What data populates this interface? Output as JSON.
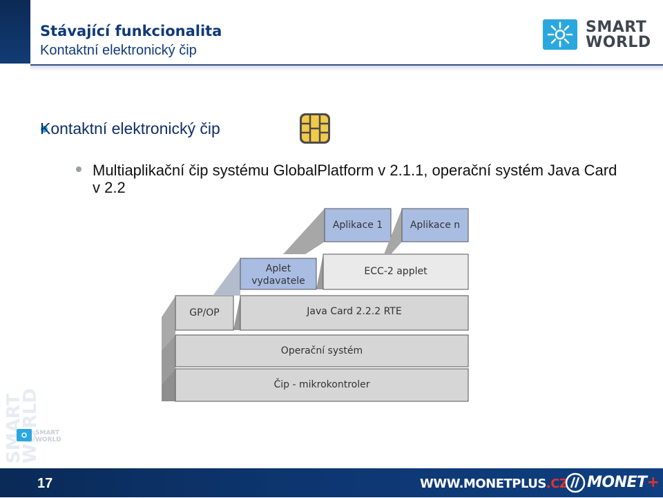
{
  "header": {
    "title": "Stávající funkcionalita",
    "subtitle": "Kontaktní elektronický čip",
    "logo_line1": "SMART",
    "logo_line2": "WORLD"
  },
  "content": {
    "bullet_main": "Kontaktní elektronický čip",
    "bullet_sub": "Multiaplikační čip systému GlobalPlatform v 2.1.1, operační systém Java Card v 2.2"
  },
  "diagram": {
    "app1": "Aplikace 1",
    "appn": "Aplikace n",
    "aplet_line1": "Aplet",
    "aplet_line2": "vydavatele",
    "ecc": "ECC-2 applet",
    "gpop": "GP/OP",
    "jcrte": "Java Card 2.2.2 RTE",
    "os": "Operační systém",
    "chip": "Čip - mikrokontroler"
  },
  "watermark": {
    "line1": "SMART",
    "line2": "WORLD"
  },
  "footer": {
    "page_number": "17",
    "url_main": "WWW.MONETPLUS",
    "url_accent": ".CZ",
    "brand": "MONET",
    "brand_plus": "+"
  },
  "colors": {
    "navy": "#0f3a7a",
    "cyan": "#2ba7e0",
    "blue_box": "#a9bde3",
    "grey_box": "#d4d4d4",
    "red": "#e4312b"
  }
}
